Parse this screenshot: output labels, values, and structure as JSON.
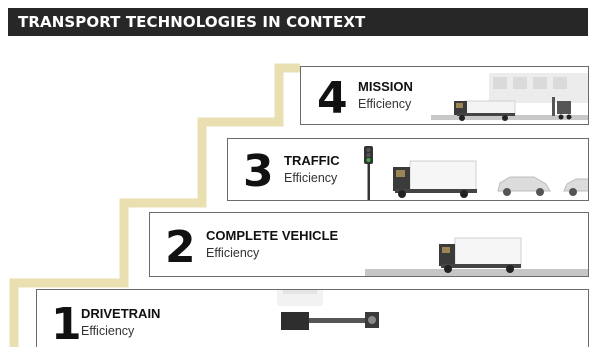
{
  "header": {
    "title": "TRANSPORT TECHNOLOGIES IN CONTEXT"
  },
  "colors": {
    "header_bg": "#272727",
    "stair": "#eadfb0",
    "card_border": "#6b6b6b"
  },
  "levels": [
    {
      "number": "4",
      "title": "MISSION",
      "subtitle": "Efficiency",
      "scene": "truck-at-warehouse-with-forklift-icon"
    },
    {
      "number": "3",
      "title": "TRAFFIC",
      "subtitle": "Efficiency",
      "scene": "traffic-light-truck-and-cars-icon"
    },
    {
      "number": "2",
      "title": "COMPLETE VEHICLE",
      "subtitle": "Efficiency",
      "scene": "truck-on-road-icon"
    },
    {
      "number": "1",
      "title": "DRIVETRAIN",
      "subtitle": "Efficiency",
      "scene": "engine-drivetrain-icon"
    }
  ]
}
